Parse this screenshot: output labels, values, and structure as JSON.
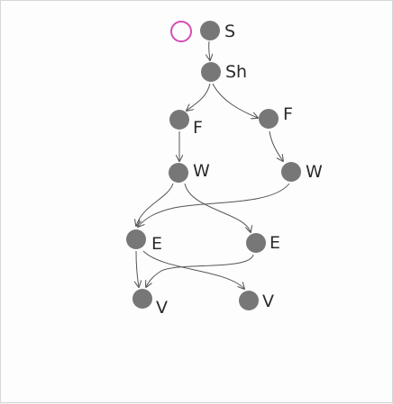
{
  "accent": {
    "hollow_circle": "#d44cb5",
    "node_fill": "#777777",
    "edge": "#555555"
  },
  "nodes": [
    {
      "id": "s",
      "label": "S"
    },
    {
      "id": "sh",
      "label": "Sh"
    },
    {
      "id": "f1",
      "label": "F"
    },
    {
      "id": "f2",
      "label": "F"
    },
    {
      "id": "w1",
      "label": "W"
    },
    {
      "id": "w2",
      "label": "W"
    },
    {
      "id": "e1",
      "label": "E"
    },
    {
      "id": "e2",
      "label": "E"
    },
    {
      "id": "v1",
      "label": "V"
    },
    {
      "id": "v2",
      "label": "V"
    }
  ],
  "edges": [
    [
      "s",
      "sh"
    ],
    [
      "sh",
      "f1"
    ],
    [
      "sh",
      "f2"
    ],
    [
      "f1",
      "w1"
    ],
    [
      "f2",
      "w2"
    ],
    [
      "w1",
      "e1"
    ],
    [
      "w1",
      "e2"
    ],
    [
      "w2",
      "e1"
    ],
    [
      "e1",
      "v1"
    ],
    [
      "e1",
      "v2"
    ],
    [
      "e2",
      "v1"
    ]
  ]
}
